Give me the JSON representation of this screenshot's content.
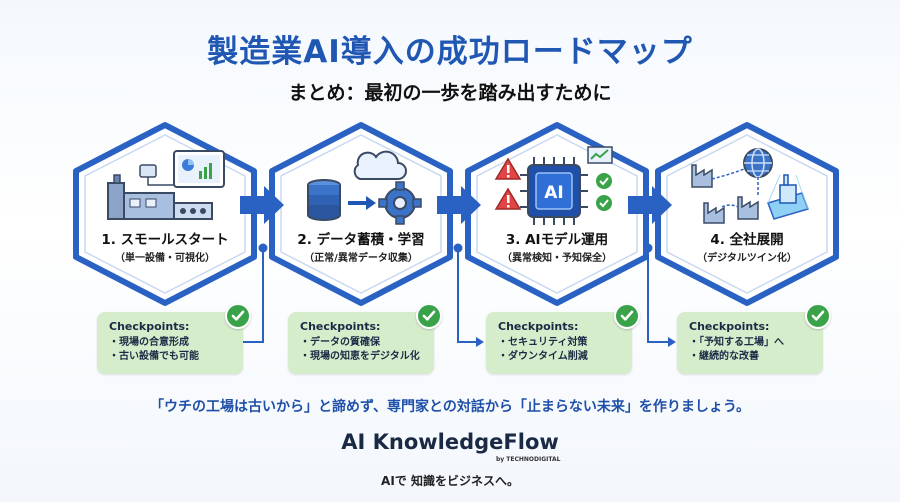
{
  "title": "製造業AI導入の成功ロードマップ",
  "subtitle": "まとめ：最初の一歩を踏み出すために",
  "stages": [
    {
      "title": "1. スモールスタート",
      "sub": "（単一設備・可視化）",
      "icon": "factory-monitor-icon"
    },
    {
      "title": "2. データ蓄積・学習",
      "sub": "（正常/異常データ収集）",
      "icon": "database-gear-icon"
    },
    {
      "title": "3. AIモデル運用",
      "sub": "（異常検知・予知保全）",
      "icon": "ai-chip-icon"
    },
    {
      "title": "4. 全社展開",
      "sub": "（デジタルツイン化）",
      "icon": "globe-factories-icon"
    }
  ],
  "checkpoints": [
    {
      "title": "Checkpoints:",
      "items": [
        "・現場の合意形成",
        "・古い設備でも可能"
      ]
    },
    {
      "title": "Checkpoints:",
      "items": [
        "・データの質確保",
        "・現場の知恵をデジタル化"
      ]
    },
    {
      "title": "Checkpoints:",
      "items": [
        "・セキュリティ対策",
        "・ダウンタイム削減"
      ]
    },
    {
      "title": "Checkpoints:",
      "items": [
        "・「予知する工場」へ",
        "・継続的な改善"
      ]
    }
  ],
  "slogan": "「ウチの工場は古いから」と諦めず、専門家との対話から「止まらない未来」を作りましょう。",
  "brand": {
    "name": "AI KnowledgeFlow",
    "by": "by TECHNODIGITAL",
    "tagline": "AIで 知識をビジネスへ。"
  },
  "colors": {
    "primary": "#1f57b3",
    "hex_border": "#2a62c3",
    "card_bg": "#d6edcc",
    "check": "#3aa34a"
  }
}
